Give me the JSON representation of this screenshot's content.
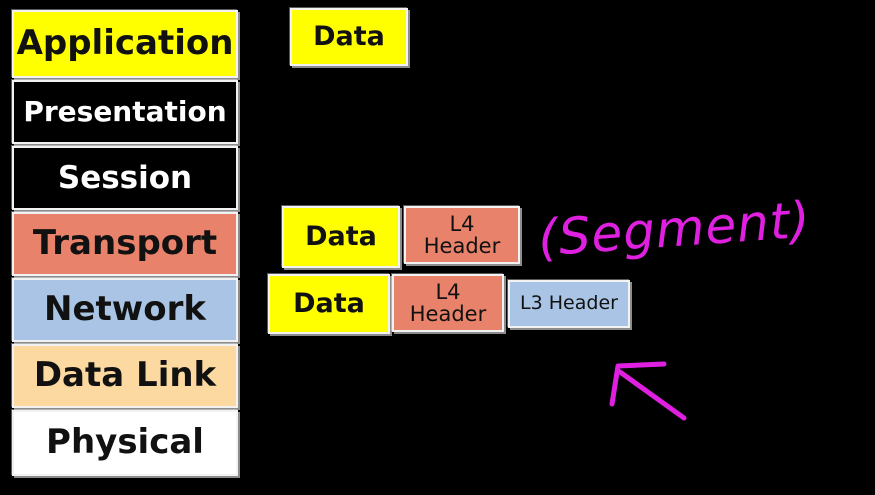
{
  "osi_layers": [
    {
      "name": "Application",
      "color": "#ffff00"
    },
    {
      "name": "Presentation",
      "color": "#000000"
    },
    {
      "name": "Session",
      "color": "#000000"
    },
    {
      "name": "Transport",
      "color": "#e8826a"
    },
    {
      "name": "Network",
      "color": "#a9c4e4"
    },
    {
      "name": "Data Link",
      "color": "#fcd9a0"
    },
    {
      "name": "Physical",
      "color": "#ffffff"
    }
  ],
  "application_packet": {
    "data": "Data"
  },
  "transport_packet": {
    "data": "Data",
    "l4_line1": "L4",
    "l4_line2": "Header"
  },
  "network_packet": {
    "data": "Data",
    "l4_line1": "L4",
    "l4_line2": "Header",
    "l3": "L3 Header"
  },
  "annotation": {
    "text": "(Segment)",
    "ink_color": "#e020e0"
  },
  "colors": {
    "data": "#ffff00",
    "l4_header": "#e8826a",
    "l3_header": "#a9c4e4"
  }
}
